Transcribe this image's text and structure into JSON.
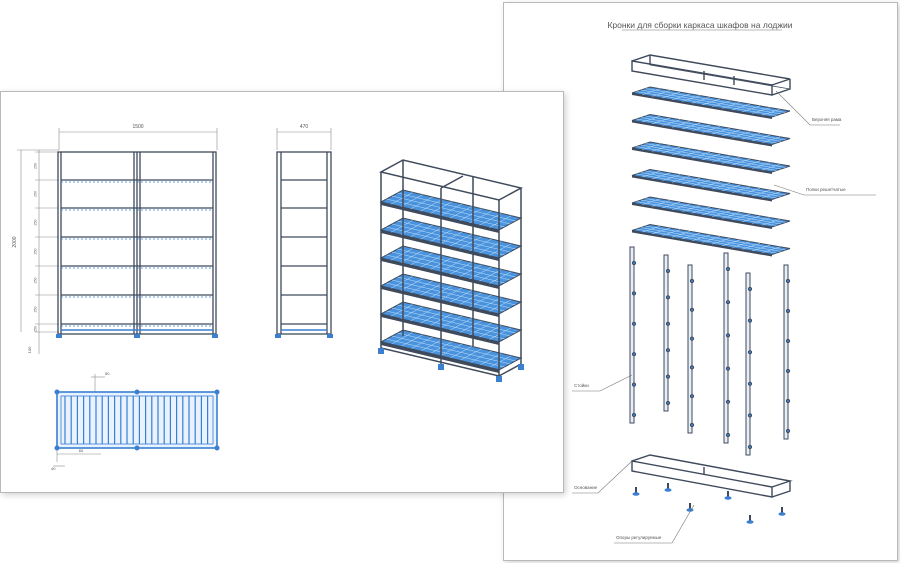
{
  "colors": {
    "frame": "#3f4a5c",
    "shelf_fill": "#4a93dc",
    "shelf_grid": "#bfe0ff",
    "dim_line": "#8a8a8a",
    "accent": "#3a7fd0",
    "paper": "#ffffff"
  },
  "back_sheet": {
    "title": "Кронки для сборки каркаса шкафов на лоджии",
    "callouts": [
      "Верхняя рама",
      "Полки решетчатые",
      "Стойки",
      "Основание",
      "Опоры регулируемые"
    ]
  },
  "front_sheet": {
    "dims": {
      "width": "1500",
      "depth": "470",
      "height": "2000",
      "foot": "100",
      "plan_offset": "50",
      "plan_side": "40",
      "plan_pitch": "60"
    },
    "shelf_spacing": [
      "250",
      "250",
      "250",
      "250",
      "250",
      "250",
      "250"
    ]
  }
}
